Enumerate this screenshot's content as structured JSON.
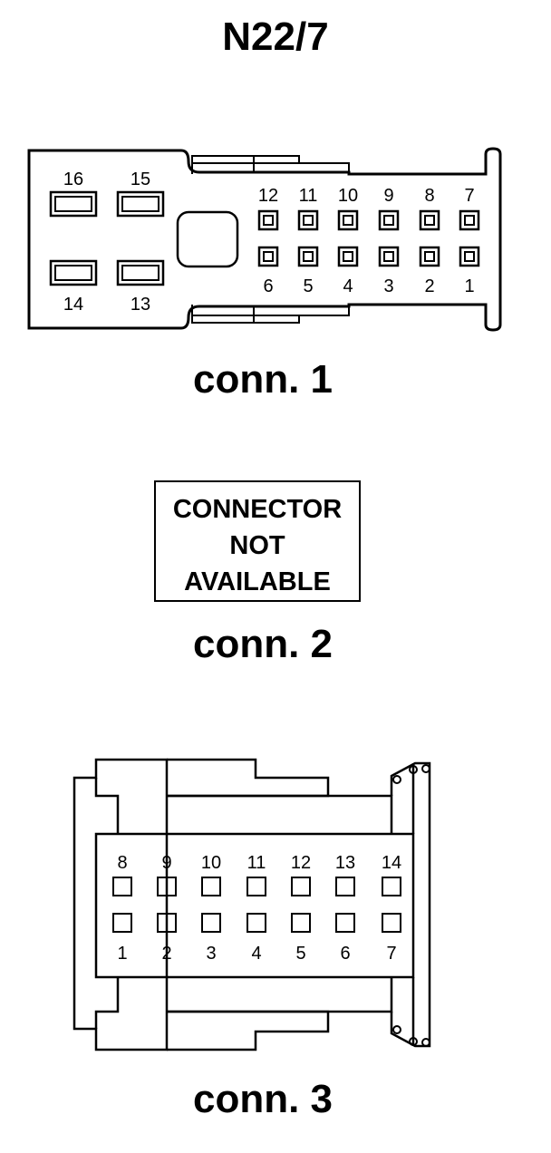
{
  "title": "N22/7",
  "conn1": {
    "caption": "conn. 1",
    "large_pins_top": [
      "16",
      "15"
    ],
    "large_pins_bottom": [
      "14",
      "13"
    ],
    "top_row": [
      "12",
      "11",
      "10",
      "9",
      "8",
      "7"
    ],
    "bottom_row": [
      "6",
      "5",
      "4",
      "3",
      "2",
      "1"
    ]
  },
  "conn2": {
    "caption": "conn. 2",
    "message_lines": [
      "CONNECTOR",
      "NOT",
      "AVAILABLE"
    ]
  },
  "conn3": {
    "caption": "conn. 3",
    "top_row": [
      "8",
      "9",
      "10",
      "11",
      "12",
      "13",
      "14"
    ],
    "bottom_row": [
      "1",
      "2",
      "3",
      "4",
      "5",
      "6",
      "7"
    ]
  }
}
